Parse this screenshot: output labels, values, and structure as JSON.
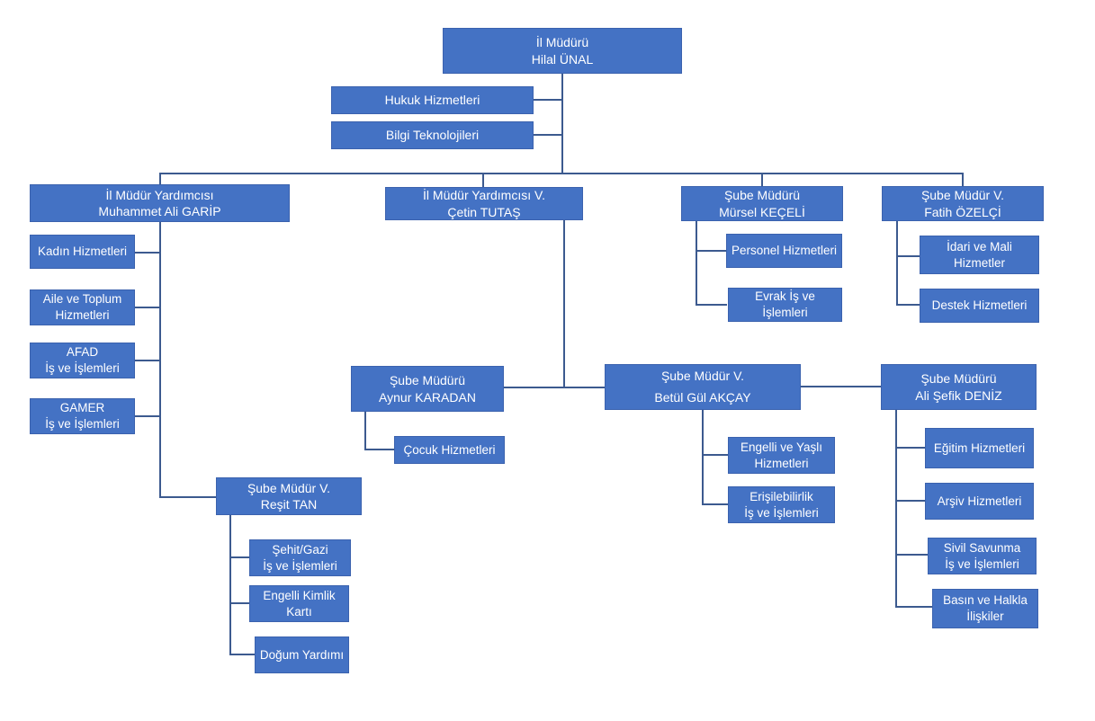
{
  "diagram": {
    "type": "org-chart",
    "language": "Turkish",
    "colors": {
      "node_fill": "#4472C4",
      "node_border": "#3B62AE",
      "connector": "#3C5A8F",
      "text": "#FFFFFF",
      "background": "#FFFFFF"
    }
  },
  "nodes": {
    "il_muduru": {
      "line1": "İl Müdürü",
      "line2": "Hilal ÜNAL"
    },
    "hukuk": {
      "line1": "Hukuk Hizmetleri"
    },
    "bilgi": {
      "line1": "Bilgi Teknolojileri"
    },
    "garip": {
      "line1": "İl Müdür Yardımcısı",
      "line2": "Muhammet Ali GARİP"
    },
    "tutas": {
      "line1": "İl Müdür Yardımcısı V.",
      "line2": "Çetin TUTAŞ"
    },
    "keceli": {
      "line1": "Şube Müdürü",
      "line2": "Mürsel KEÇELİ"
    },
    "ozelci": {
      "line1": "Şube Müdür V.",
      "line2": "Fatih ÖZELÇİ"
    },
    "kadin": {
      "line1": "Kadın Hizmetleri"
    },
    "aile": {
      "line1": "Aile ve Toplum",
      "line2": "Hizmetleri"
    },
    "afad": {
      "line1": "AFAD",
      "line2": "İş ve İşlemleri"
    },
    "gamer": {
      "line1": "GAMER",
      "line2": "İş ve İşlemleri"
    },
    "tan": {
      "line1": "Şube Müdür V.",
      "line2": "Reşit TAN"
    },
    "sehit": {
      "line1": "Şehit/Gazi",
      "line2": "İş ve İşlemleri"
    },
    "engelli_kimlik": {
      "line1": "Engelli Kimlik",
      "line2": "Kartı"
    },
    "dogum": {
      "line1": "Doğum Yardımı"
    },
    "karadan": {
      "line1": "Şube Müdürü",
      "line2": "Aynur KARADAN"
    },
    "cocuk": {
      "line1": "Çocuk Hizmetleri"
    },
    "akcay": {
      "line1": "Şube Müdür V.",
      "line2": "Betül Gül AKÇAY"
    },
    "engelli_yasli": {
      "line1": "Engelli ve Yaşlı",
      "line2": "Hizmetleri"
    },
    "erisilebilirlik": {
      "line1": "Erişilebilirlik",
      "line2": "İş ve İşlemleri"
    },
    "deniz": {
      "line1": "Şube Müdürü",
      "line2": "Ali Şefik DENİZ"
    },
    "personel": {
      "line1": "Personel Hizmetleri"
    },
    "evrak": {
      "line1": "Evrak İş ve",
      "line2": "İşlemleri"
    },
    "idari": {
      "line1": "İdari ve Mali",
      "line2": "Hizmetler"
    },
    "destek": {
      "line1": "Destek Hizmetleri"
    },
    "egitim": {
      "line1": "Eğitim Hizmetleri"
    },
    "arsiv": {
      "line1": "Arşiv Hizmetleri"
    },
    "sivil": {
      "line1": "Sivil Savunma",
      "line2": "İş ve İşlemleri"
    },
    "basin": {
      "line1": "Basın ve Halkla",
      "line2": "İlişkiler"
    }
  },
  "connections": [
    [
      "il_muduru",
      "hukuk"
    ],
    [
      "il_muduru",
      "bilgi"
    ],
    [
      "il_muduru",
      "garip"
    ],
    [
      "il_muduru",
      "tutas"
    ],
    [
      "il_muduru",
      "keceli"
    ],
    [
      "il_muduru",
      "ozelci"
    ],
    [
      "garip",
      "kadin"
    ],
    [
      "garip",
      "aile"
    ],
    [
      "garip",
      "afad"
    ],
    [
      "garip",
      "gamer"
    ],
    [
      "garip",
      "tan"
    ],
    [
      "tan",
      "sehit"
    ],
    [
      "tan",
      "engelli_kimlik"
    ],
    [
      "tan",
      "dogum"
    ],
    [
      "tutas",
      "karadan"
    ],
    [
      "tutas",
      "akcay"
    ],
    [
      "akcay",
      "deniz"
    ],
    [
      "karadan",
      "cocuk"
    ],
    [
      "akcay",
      "engelli_yasli"
    ],
    [
      "akcay",
      "erisilebilirlik"
    ],
    [
      "keceli",
      "personel"
    ],
    [
      "keceli",
      "evrak"
    ],
    [
      "ozelci",
      "idari"
    ],
    [
      "ozelci",
      "destek"
    ],
    [
      "deniz",
      "egitim"
    ],
    [
      "deniz",
      "arsiv"
    ],
    [
      "deniz",
      "sivil"
    ],
    [
      "deniz",
      "basin"
    ]
  ]
}
